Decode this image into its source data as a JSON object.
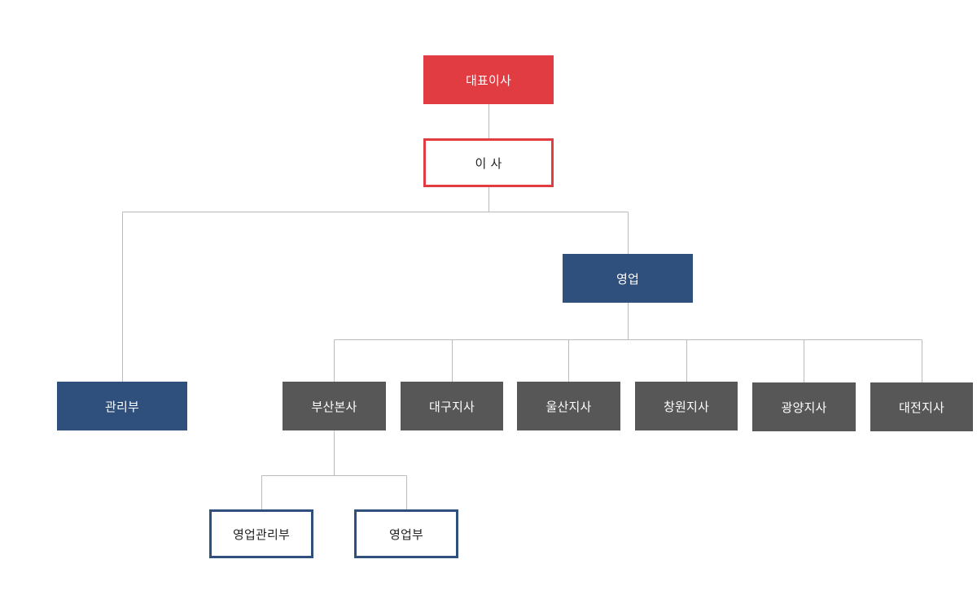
{
  "org_chart": {
    "ceo": "대표이사",
    "director": "이 사",
    "management_dept": "관리부",
    "sales_dept": "영업",
    "branches": [
      "부산본사",
      "대구지사",
      "울산지사",
      "창원지사",
      "광양지사",
      "대전지사"
    ],
    "busan_teams": [
      "영업관리부",
      "영업부"
    ]
  },
  "colors": {
    "ceo": "#e03c42",
    "director_border": "#e03c42",
    "department": "#2f4f7d",
    "branch": "#575757",
    "team_border": "#2f4f7d",
    "connector": "#bbbbbb"
  }
}
